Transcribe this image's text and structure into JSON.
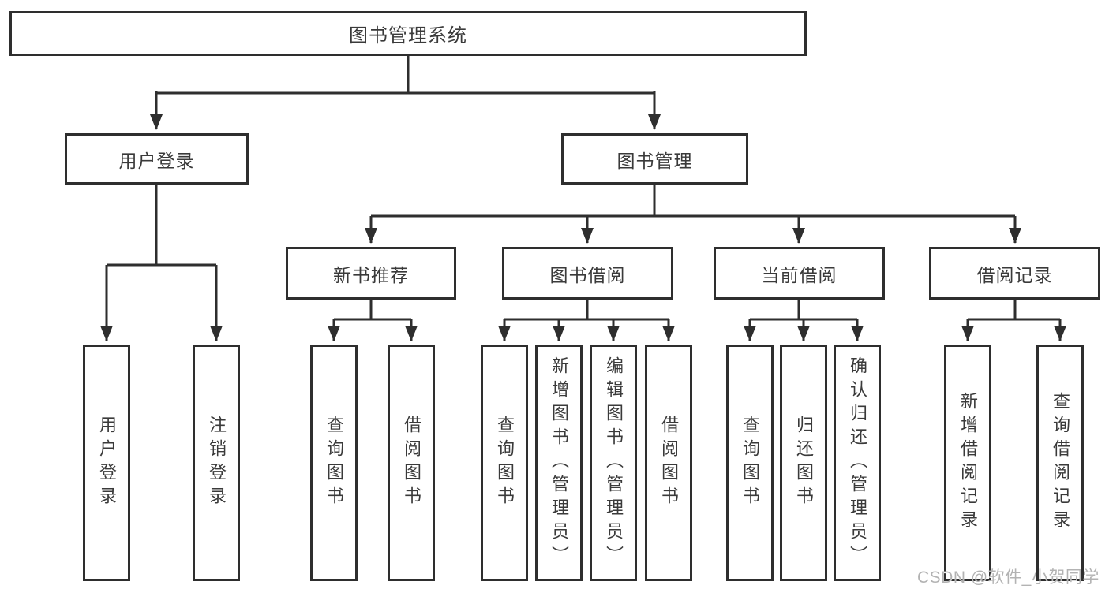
{
  "watermark": "CSDN @软件_小贺同学",
  "colors": {
    "line": "#2e2e2e",
    "box_border": "#2e2e2e",
    "text": "#3a3a3a",
    "watermark": "#b3b3b3",
    "background": "#ffffff"
  },
  "tree": {
    "root": {
      "label": "图书管理系统"
    },
    "children": [
      {
        "label": "用户登录",
        "children": [
          {
            "label": "用户登录"
          },
          {
            "label": "注销登录"
          }
        ]
      },
      {
        "label": "图书管理",
        "children": [
          {
            "label": "新书推荐",
            "children": [
              {
                "label": "查询图书"
              },
              {
                "label": "借阅图书"
              }
            ]
          },
          {
            "label": "图书借阅",
            "children": [
              {
                "label": "查询图书"
              },
              {
                "label": "新增图书（管理员）"
              },
              {
                "label": "编辑图书（管理员）"
              },
              {
                "label": "借阅图书"
              }
            ]
          },
          {
            "label": "当前借阅",
            "children": [
              {
                "label": "查询图书"
              },
              {
                "label": "归还图书"
              },
              {
                "label": "确认归还（管理员）"
              }
            ]
          },
          {
            "label": "借阅记录",
            "children": [
              {
                "label": "新增借阅记录"
              },
              {
                "label": "查询借阅记录"
              }
            ]
          }
        ]
      }
    ]
  }
}
